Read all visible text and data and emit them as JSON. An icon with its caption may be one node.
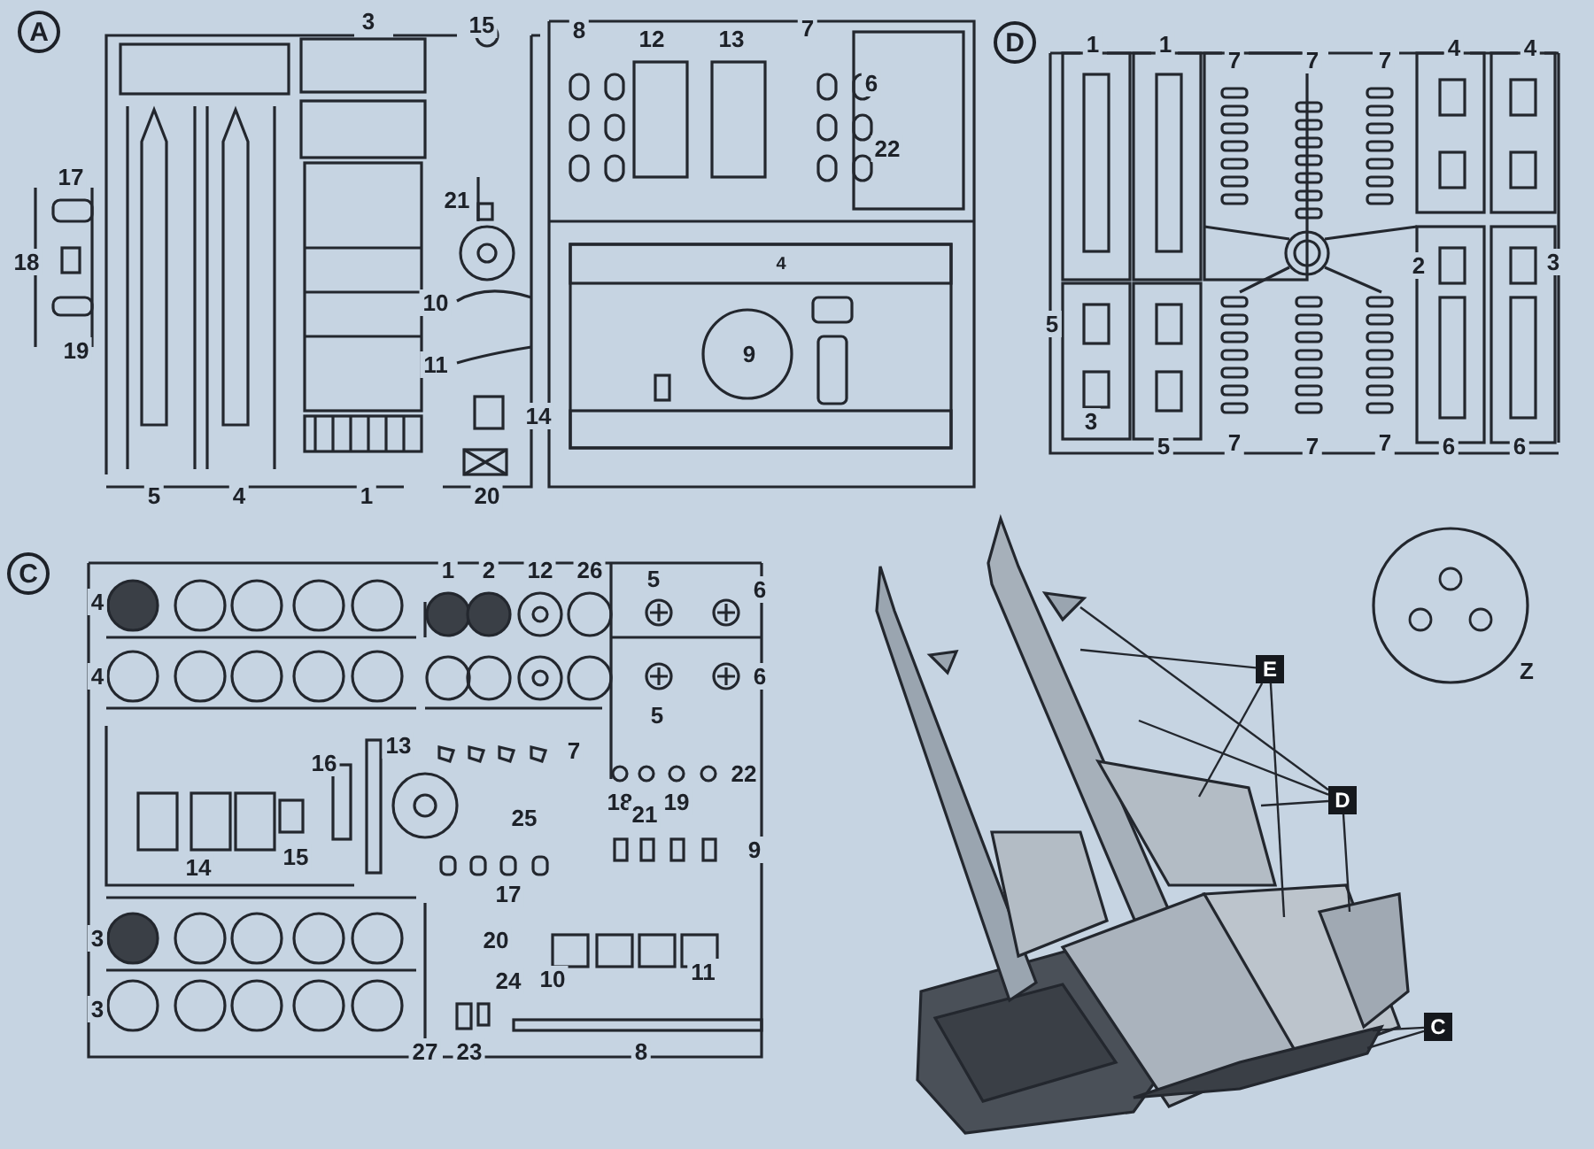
{
  "diagram": {
    "nodes": [
      {
        "text": [
          "A"
        ]
      },
      {
        "text": [
          "D"
        ]
      },
      {
        "text": [
          "C"
        ]
      },
      {
        "text": [],
        "shape": "circle",
        "beside": [
          "Z"
        ]
      },
      {
        "text": [
          "E"
        ]
      },
      {
        "text": [
          "D"
        ]
      },
      {
        "text": [
          "C"
        ]
      }
    ],
    "edges": [
      {
        "from": 4,
        "to": null,
        "arrow": "none"
      },
      {
        "from": 4,
        "to": null,
        "arrow": "none"
      },
      {
        "from": 4,
        "to": null,
        "arrow": "none"
      },
      {
        "from": 5,
        "to": null,
        "arrow": "none"
      },
      {
        "from": 5,
        "to": null,
        "arrow": "none"
      },
      {
        "from": 5,
        "to": null,
        "arrow": "none"
      },
      {
        "from": 5,
        "to": null,
        "arrow": "none"
      },
      {
        "from": 6,
        "to": null,
        "arrow": "none"
      },
      {
        "from": 6,
        "to": null,
        "arrow": "none"
      }
    ],
    "labels": [
      "3",
      "15",
      "8",
      "12",
      "13",
      "7",
      "6",
      "22",
      "17",
      "21",
      "18",
      "4",
      "10",
      "19",
      "9",
      "11",
      "14",
      "5",
      "4",
      "1",
      "20",
      "1",
      "1",
      "7",
      "7",
      "7",
      "4",
      "4",
      "2",
      "3",
      "5",
      "3",
      "5",
      "7",
      "7",
      "7",
      "6",
      "6",
      "4",
      "1",
      "2",
      "12",
      "26",
      "5",
      "6",
      "4",
      "6",
      "5",
      "13",
      "7",
      "16",
      "22",
      "18",
      "21",
      "19",
      "25",
      "14",
      "15",
      "9",
      "17",
      "3",
      "20",
      "24",
      "10",
      "11",
      "3",
      "27",
      "23",
      "8"
    ]
  }
}
